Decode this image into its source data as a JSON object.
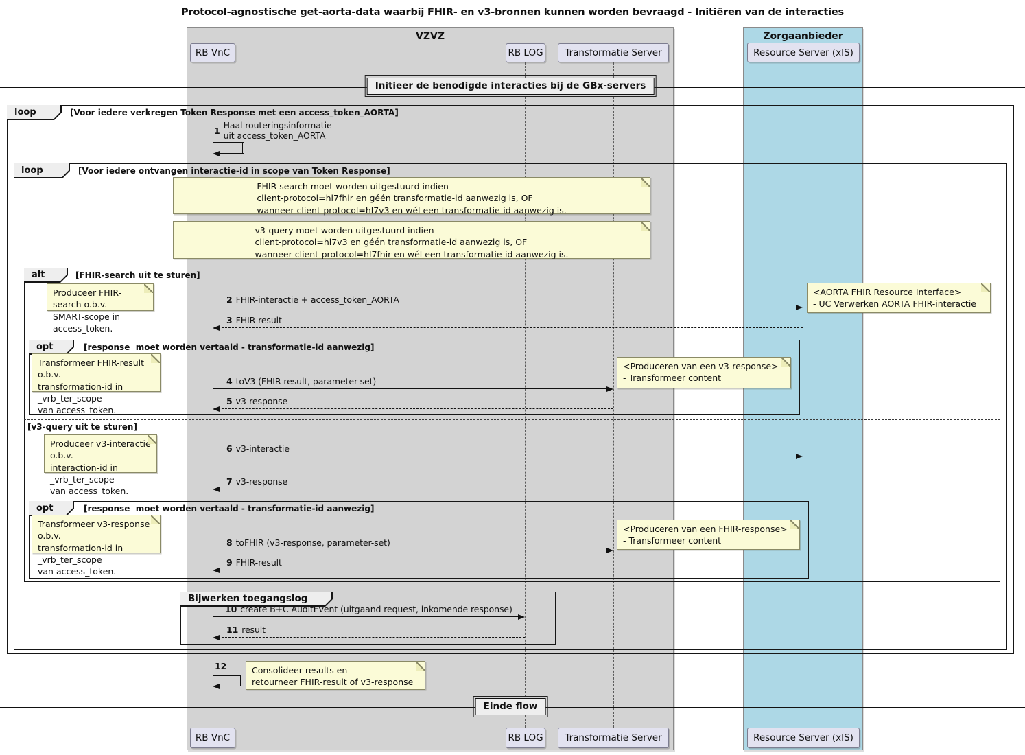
{
  "title": "Protocol-agnostische get-aorta-data waarbij FHIR- en v3-bronnen kunnen worden bevraagd - Initiëren van de interacties",
  "bands": {
    "vzvz": "VZVZ",
    "zorgaanbieder": "Zorgaanbieder"
  },
  "participants": [
    {
      "label": "RB VnC"
    },
    {
      "label": "RB LOG"
    },
    {
      "label": "Transformatie Server"
    },
    {
      "label": "Resource Server (xIS)"
    }
  ],
  "dividers": [
    {
      "label": "Initieer de benodigde interacties bij de GBx-servers"
    },
    {
      "label": "Einde flow"
    }
  ],
  "fragments": {
    "loop_outer": {
      "keyword": "loop",
      "condition": "[Voor iedere verkregen Token Response met een access_token_AORTA]"
    },
    "loop_inner": {
      "keyword": "loop",
      "condition": "[Voor iedere ontvangen interactie-id in scope van Token Response]"
    },
    "alt": {
      "keyword": "alt",
      "condition": "[FHIR-search uit te sturen]",
      "else_condition": "[v3-query uit te sturen]"
    },
    "opt1": {
      "keyword": "opt",
      "condition": "[response  moet worden vertaald - transformatie-id aanwezig]"
    },
    "opt2": {
      "keyword": "opt",
      "condition": "[response  moet worden vertaald - transformatie-id aanwezig]"
    },
    "group": {
      "label": "Bijwerken toegangslog"
    }
  },
  "notes": {
    "fhir_rule": {
      "text": "FHIR-search moet worden uitgestuurd indien\nclient-protocol=hl7fhir en géén transformatie-id aanwezig is, OF\nwanneer client-protocol=hl7v3 en wél een transformatie-id aanwezig is."
    },
    "v3_rule": {
      "text": "v3-query moet worden uitgestuurd indien\nclient-protocol=hl7v3 en géén transformatie-id aanwezig is, OF\nwanneer client-protocol=hl7fhir en wél een transformatie-id aanwezig is."
    },
    "produceer_fhir_search": {
      "text": "Produceer FHIR-search o.b.v.\nSMART-scope in access_token."
    },
    "aorta_fhir_interface": {
      "text": "<AORTA FHIR Resource Interface>\n- UC Verwerken AORTA FHIR-interactie"
    },
    "transformeer_fhir_result": {
      "text": "Transformeer FHIR-result o.b.v.\ntransformation-id in _vrb_ter_scope\nvan access_token."
    },
    "produceren_v3_response": {
      "text": "<Produceren van een v3-response>\n- Transformeer content"
    },
    "produceer_v3_interactie": {
      "text": "Produceer v3-interactie o.b.v.\ninteraction-id in _vrb_ter_scope\nvan access_token."
    },
    "transformeer_v3_response": {
      "text": "Transformeer v3-response o.b.v.\ntransformation-id in _vrb_ter_scope\nvan access_token."
    },
    "produceren_fhir_response": {
      "text": "<Produceren van een FHIR-response>\n- Transformeer content"
    },
    "consolideer": {
      "text": "Consolideer results en\nretourneer FHIR-result of v3-response"
    }
  },
  "messages": {
    "m1": {
      "seq": "1",
      "text": "Haal routeringsinformatie\nuit access_token_AORTA"
    },
    "m2": {
      "seq": "2",
      "text": "FHIR-interactie + access_token_AORTA"
    },
    "m3": {
      "seq": "3",
      "text": "FHIR-result"
    },
    "m4": {
      "seq": "4",
      "text": "toV3 (FHIR-result, parameter-set)"
    },
    "m5": {
      "seq": "5",
      "text": "v3-response"
    },
    "m6": {
      "seq": "6",
      "text": "v3-interactie"
    },
    "m7": {
      "seq": "7",
      "text": "v3-response"
    },
    "m8": {
      "seq": "8",
      "text": "toFHIR (v3-response, parameter-set)"
    },
    "m9": {
      "seq": "9",
      "text": "FHIR-result"
    },
    "m10": {
      "seq": "10",
      "text": "create B+C AuditEvent (uitgaand request, inkomende response)"
    },
    "m11": {
      "seq": "11",
      "text": "result"
    },
    "m12": {
      "seq": "12",
      "text": ""
    }
  },
  "colors": {
    "vzvz_band": "#D3D3D3",
    "zorgaanbieder_band": "#ADD8E6",
    "participant_fill": "#E2E2F0",
    "note_fill": "#FBFBD7",
    "fragment_header_fill": "#EEEEEE",
    "line_color": "#111111"
  }
}
